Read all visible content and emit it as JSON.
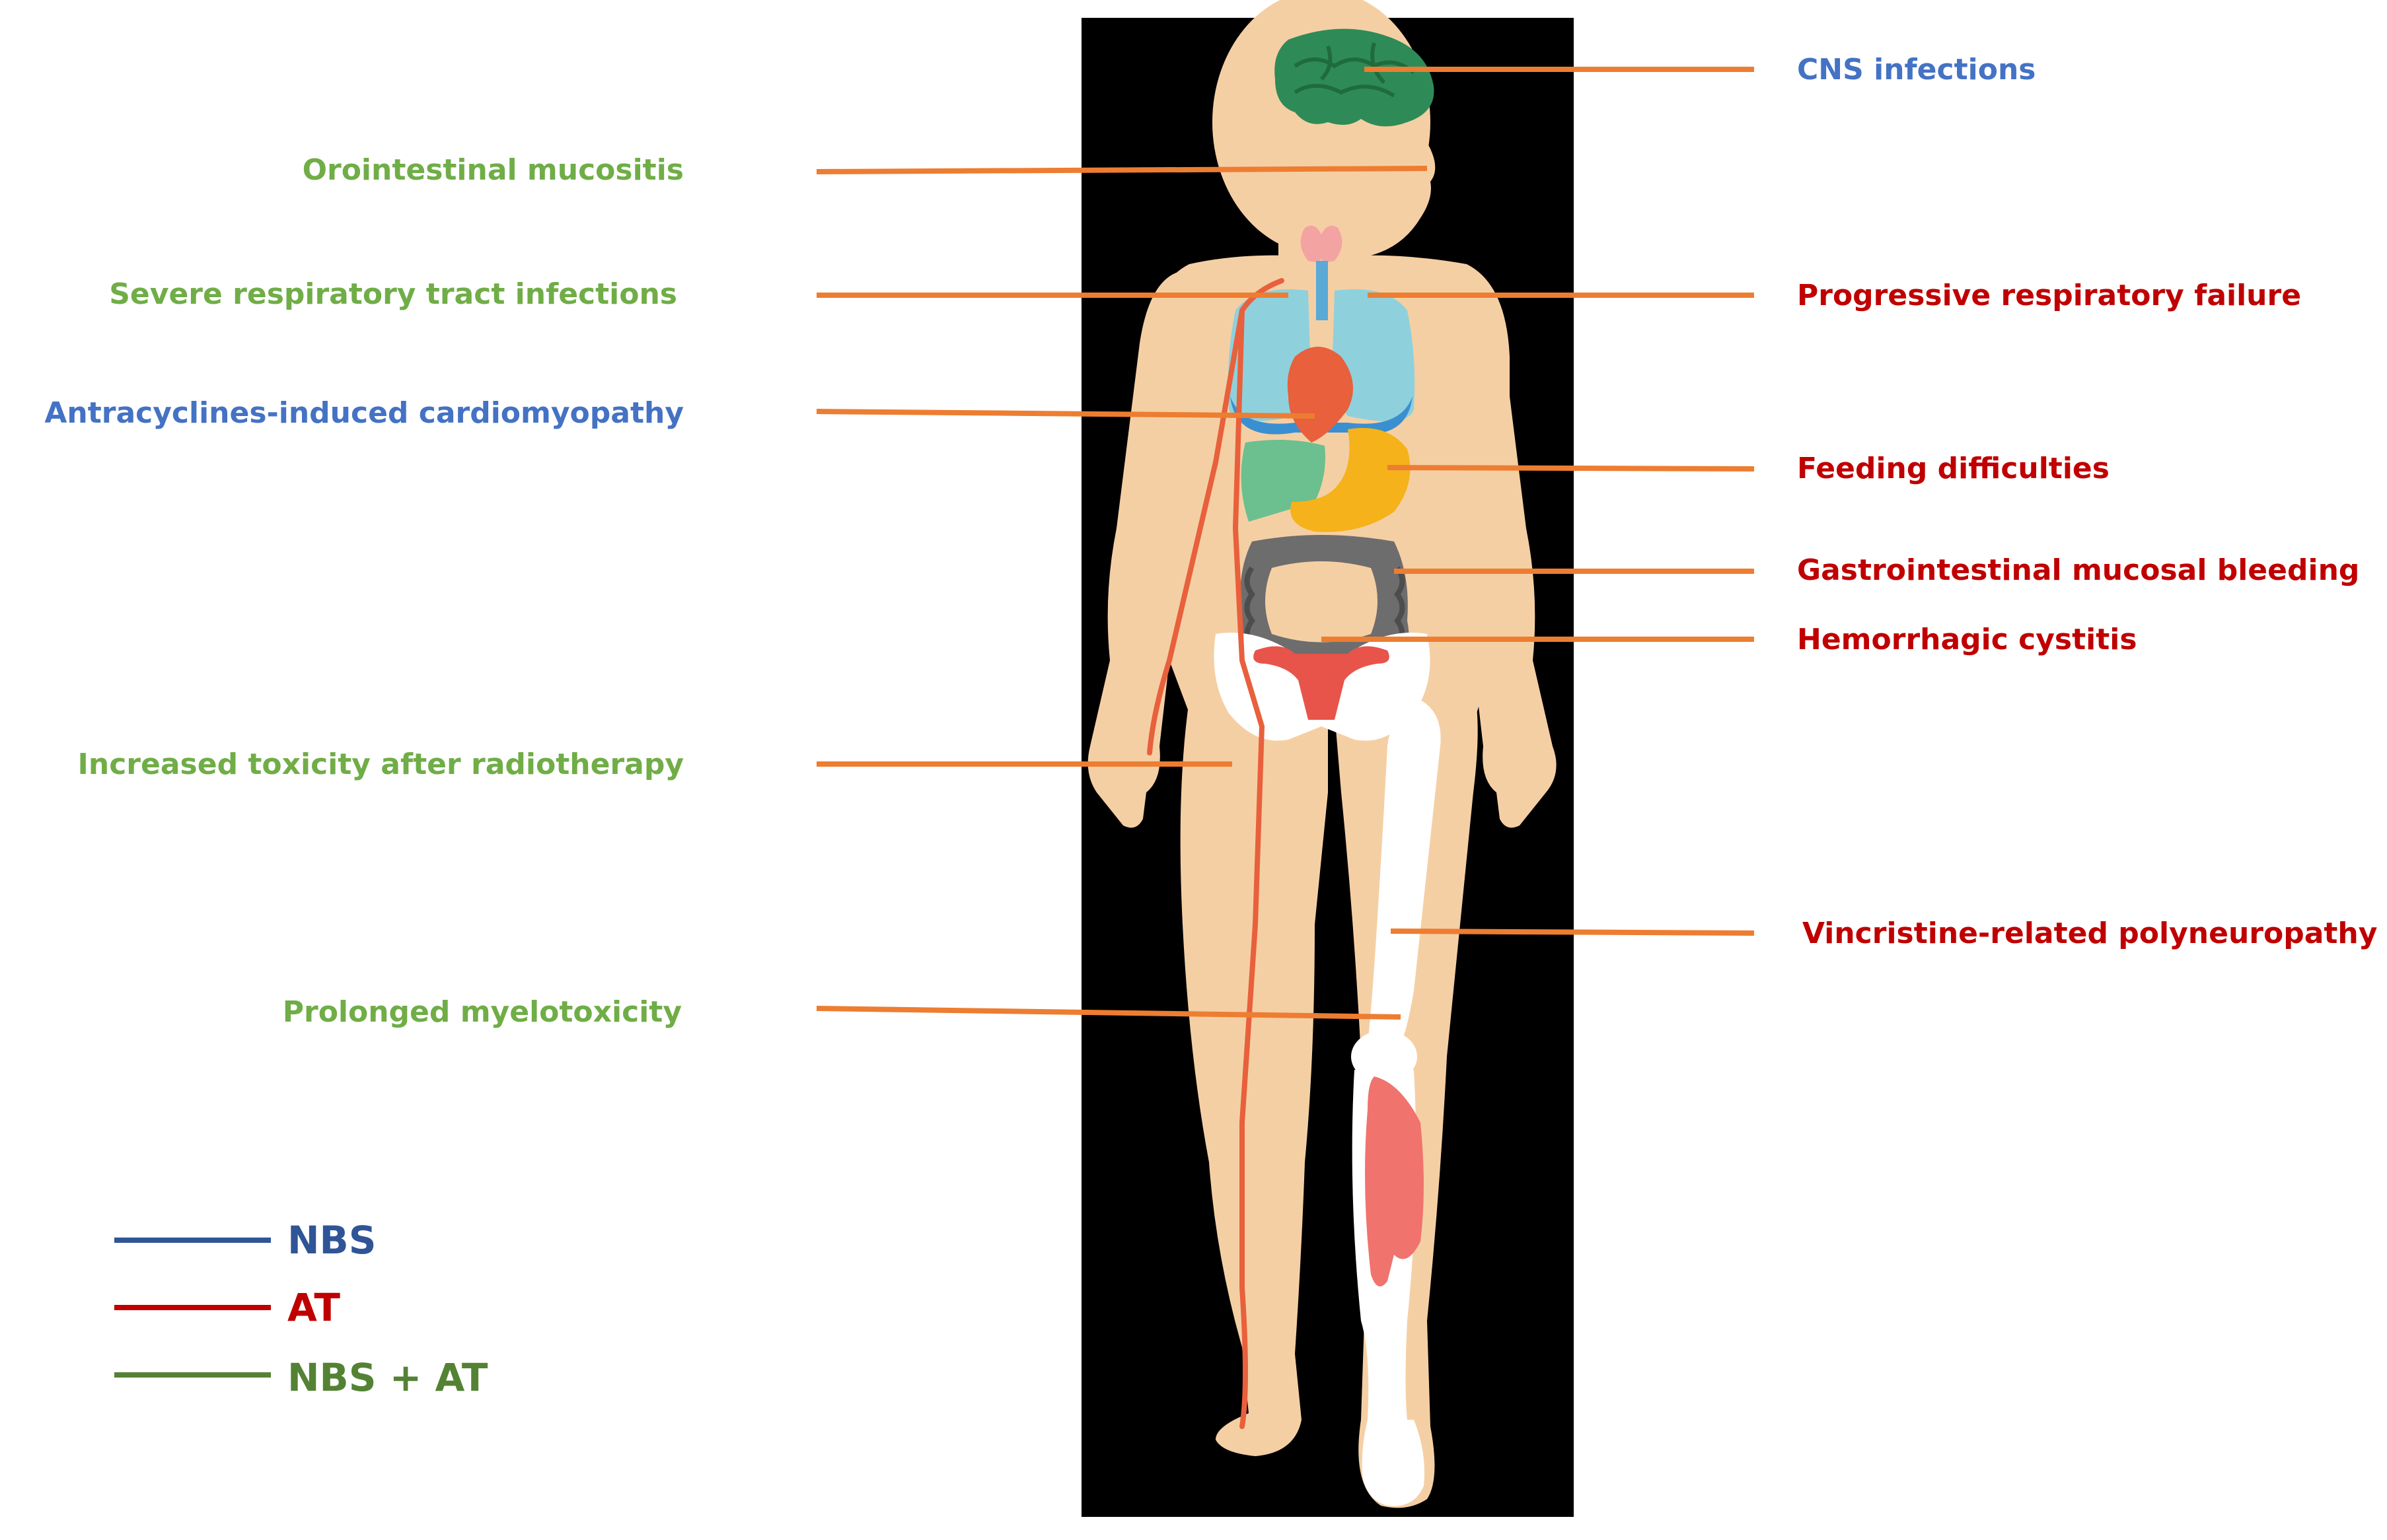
{
  "colors": {
    "nbs": "#4472c4",
    "at": "#c00000",
    "nbs_at": "#70ad47",
    "leader": "#ed7d31",
    "legend_nbs": "#2f5597",
    "legend_at": "#c00000",
    "legend_nbs_at": "#548235"
  },
  "labels": {
    "left": [
      {
        "text": "Orointestinal  mucositis",
        "group": "nbs_at"
      },
      {
        "text": "Severe respiratory  tract  infections",
        "group": "nbs_at"
      },
      {
        "text": "Antracyclines-induced cardiomyopathy",
        "group": "nbs"
      },
      {
        "text": "Increased toxicity  after  radiotherapy",
        "group": "nbs_at"
      },
      {
        "text": "Prolonged myelotoxicity",
        "group": "nbs_at"
      }
    ],
    "right": [
      {
        "text": "CNS infections",
        "group": "nbs"
      },
      {
        "text": "Progressive  respiratory  failure",
        "group": "at"
      },
      {
        "text": "Feeding difficulties",
        "group": "at"
      },
      {
        "text": "Gastrointestinal  mucosal bleeding",
        "group": "at"
      },
      {
        "text": "Hemorrhagic cystitis",
        "group": "at"
      },
      {
        "text": "Vincristine-related polyneuropathy",
        "group": "at"
      }
    ]
  },
  "legend": [
    {
      "text": "NBS",
      "group": "legend_nbs"
    },
    {
      "text": "AT",
      "group": "legend_at"
    },
    {
      "text": "NBS + AT",
      "group": "legend_nbs_at"
    }
  ]
}
